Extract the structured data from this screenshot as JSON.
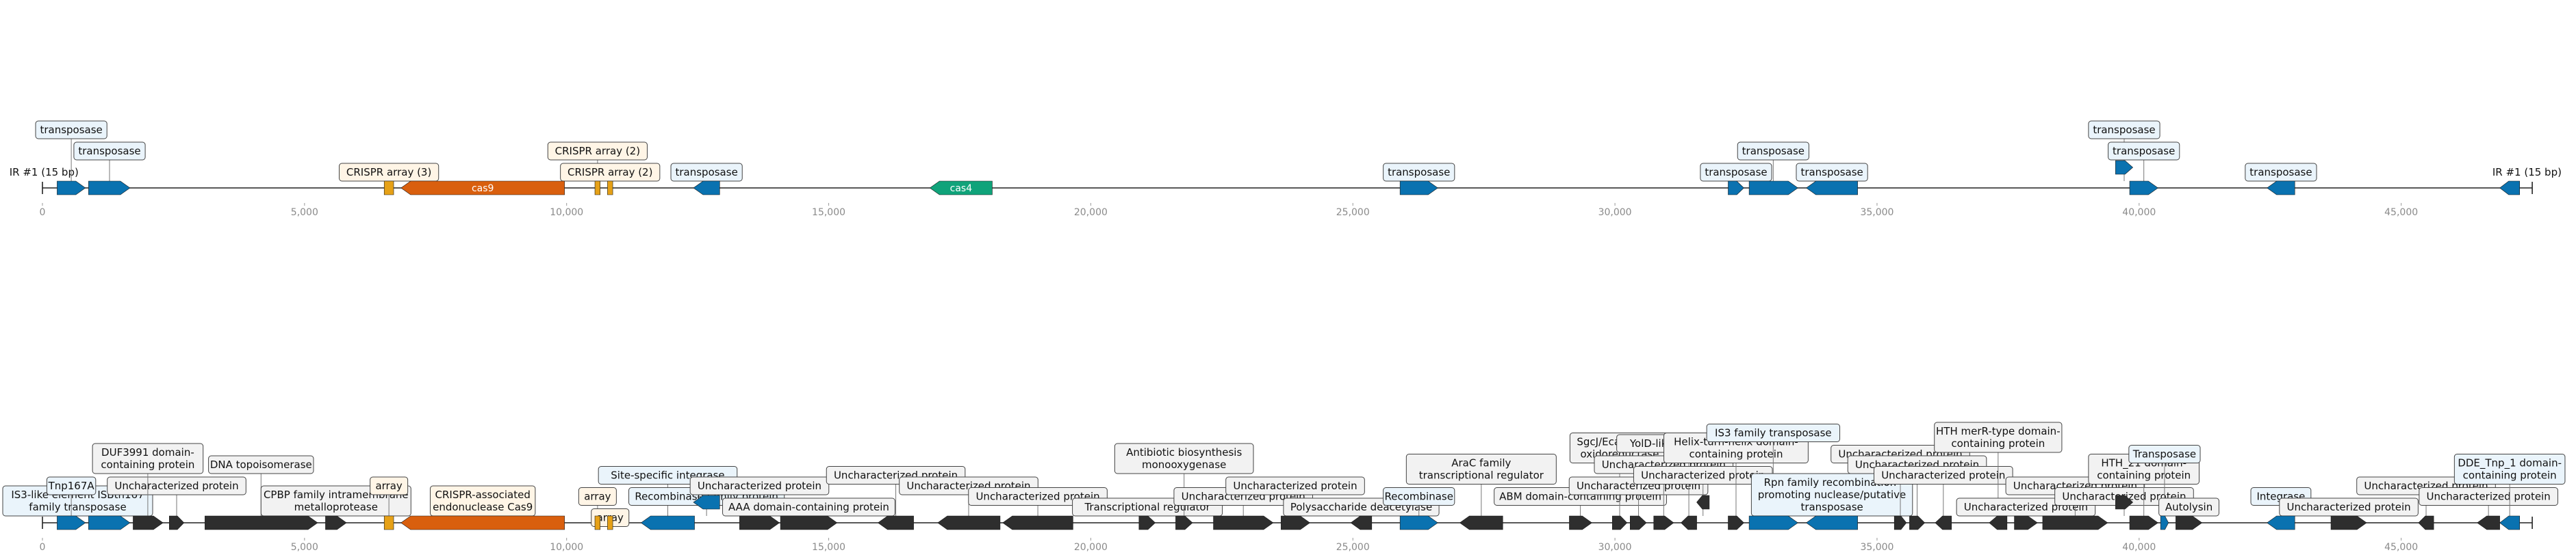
{
  "colors": {
    "transposase": "#0a72b0",
    "crispr_array": "#e6a117",
    "cas9": "#d95f0e",
    "cas4": "#10a37a",
    "other": "#2e2e2e",
    "blue_label_fill": "#eaf4fb",
    "orange_label_fill": "#fff5e6",
    "gray_label_fill": "#f2f2f2",
    "backbone": "#222222",
    "tick_text": "#8a8a8a"
  },
  "axis_ticks": [
    "0",
    "5,000",
    "10,000",
    "15,000",
    "20,000",
    "25,000",
    "30,000",
    "35,000",
    "40,000",
    "45,000"
  ],
  "axis_tick_values": [
    0,
    5000,
    10000,
    15000,
    20000,
    25000,
    30000,
    35000,
    40000,
    45000
  ],
  "track1": {
    "features": [
      {
        "start": 280,
        "end": 820,
        "strand": 1,
        "cat": "transposase"
      },
      {
        "start": 880,
        "end": 1670,
        "strand": 1,
        "cat": "transposase"
      },
      {
        "start": 6520,
        "end": 6700,
        "strand": 0,
        "cat": "crispr_array"
      },
      {
        "start": 6840,
        "end": 9960,
        "strand": -1,
        "cat": "cas9",
        "inner": "cas9"
      },
      {
        "start": 10540,
        "end": 10640,
        "strand": 0,
        "cat": "crispr_array"
      },
      {
        "start": 10780,
        "end": 10880,
        "strand": 0,
        "cat": "crispr_array"
      },
      {
        "start": 12420,
        "end": 12920,
        "strand": -1,
        "cat": "transposase"
      },
      {
        "start": 16930,
        "end": 18120,
        "strand": -1,
        "cat": "cas4",
        "inner": "cas4"
      },
      {
        "start": 25900,
        "end": 26620,
        "strand": 1,
        "cat": "transposase"
      },
      {
        "start": 32160,
        "end": 32460,
        "strand": 1,
        "cat": "transposase"
      },
      {
        "start": 32560,
        "end": 33490,
        "strand": 1,
        "cat": "transposase"
      },
      {
        "start": 33650,
        "end": 34630,
        "strand": -1,
        "cat": "transposase"
      },
      {
        "start": 39550,
        "end": 39880,
        "strand": 1,
        "cat": "transposase",
        "raised": true
      },
      {
        "start": 39820,
        "end": 40360,
        "strand": 1,
        "cat": "transposase"
      },
      {
        "start": 42440,
        "end": 42970,
        "strand": -1,
        "cat": "transposase"
      },
      {
        "start": 46880,
        "end": 47260,
        "strand": -1,
        "cat": "transposase"
      }
    ],
    "labels": [
      {
        "text": "IR #1 (15 bp)",
        "pos": 0,
        "level": 0,
        "style": "none"
      },
      {
        "text": "transposase",
        "pos": 550,
        "level": 2,
        "style": "blue"
      },
      {
        "text": "transposase",
        "pos": 1280,
        "level": 1,
        "style": "blue"
      },
      {
        "text": "CRISPR array (3)",
        "pos": 6610,
        "level": 0,
        "style": "orange"
      },
      {
        "text": "CRISPR array (2)",
        "pos": 10590,
        "level": 1,
        "style": "orange"
      },
      {
        "text": "CRISPR array (2)",
        "pos": 10830,
        "level": 0,
        "style": "orange"
      },
      {
        "text": "transposase",
        "pos": 12670,
        "level": 0,
        "style": "blue"
      },
      {
        "text": "transposase",
        "pos": 26260,
        "level": 0,
        "style": "blue"
      },
      {
        "text": "transposase",
        "pos": 32310,
        "level": 0,
        "style": "blue"
      },
      {
        "text": "transposase",
        "pos": 33020,
        "level": 1,
        "style": "blue"
      },
      {
        "text": "transposase",
        "pos": 34140,
        "level": 0,
        "style": "blue"
      },
      {
        "text": "transposase",
        "pos": 39715,
        "level": 2,
        "style": "blue"
      },
      {
        "text": "transposase",
        "pos": 40090,
        "level": 1,
        "style": "blue"
      },
      {
        "text": "transposase",
        "pos": 42705,
        "level": 0,
        "style": "blue"
      },
      {
        "text": "IR #1 (15 bp)",
        "pos": 47400,
        "level": 0,
        "style": "none"
      }
    ]
  },
  "track2": {
    "features": [
      {
        "start": 280,
        "end": 820,
        "strand": 1,
        "cat": "transposase"
      },
      {
        "start": 880,
        "end": 1670,
        "strand": 1,
        "cat": "transposase"
      },
      {
        "start": 1730,
        "end": 2300,
        "strand": 1,
        "cat": "other"
      },
      {
        "start": 2420,
        "end": 2700,
        "strand": 1,
        "cat": "other"
      },
      {
        "start": 3100,
        "end": 5250,
        "strand": 1,
        "cat": "other"
      },
      {
        "start": 5400,
        "end": 5800,
        "strand": 1,
        "cat": "other"
      },
      {
        "start": 6520,
        "end": 6700,
        "strand": 0,
        "cat": "crispr_array"
      },
      {
        "start": 6840,
        "end": 9960,
        "strand": -1,
        "cat": "cas9"
      },
      {
        "start": 10540,
        "end": 10640,
        "strand": 0,
        "cat": "crispr_array"
      },
      {
        "start": 10780,
        "end": 10880,
        "strand": 0,
        "cat": "crispr_array"
      },
      {
        "start": 11420,
        "end": 12440,
        "strand": -1,
        "cat": "transposase"
      },
      {
        "start": 12420,
        "end": 12920,
        "strand": -1,
        "cat": "transposase",
        "raised": true
      },
      {
        "start": 13300,
        "end": 14060,
        "strand": 1,
        "cat": "other"
      },
      {
        "start": 14080,
        "end": 15160,
        "strand": 1,
        "cat": "other"
      },
      {
        "start": 15940,
        "end": 16620,
        "strand": -1,
        "cat": "other"
      },
      {
        "start": 17080,
        "end": 18270,
        "strand": -1,
        "cat": "other"
      },
      {
        "start": 18320,
        "end": 19660,
        "strand": -1,
        "cat": "other"
      },
      {
        "start": 20920,
        "end": 21230,
        "strand": 1,
        "cat": "other"
      },
      {
        "start": 21620,
        "end": 21940,
        "strand": 1,
        "cat": "other"
      },
      {
        "start": 22340,
        "end": 23480,
        "strand": 1,
        "cat": "other"
      },
      {
        "start": 23630,
        "end": 24180,
        "strand": 1,
        "cat": "other"
      },
      {
        "start": 24960,
        "end": 25360,
        "strand": -1,
        "cat": "other"
      },
      {
        "start": 25900,
        "end": 26620,
        "strand": 1,
        "cat": "transposase"
      },
      {
        "start": 27040,
        "end": 27860,
        "strand": -1,
        "cat": "other"
      },
      {
        "start": 29130,
        "end": 29560,
        "strand": 1,
        "cat": "other"
      },
      {
        "start": 29950,
        "end": 30230,
        "strand": 1,
        "cat": "other"
      },
      {
        "start": 30290,
        "end": 30600,
        "strand": 1,
        "cat": "other"
      },
      {
        "start": 30740,
        "end": 31120,
        "strand": 1,
        "cat": "other"
      },
      {
        "start": 31260,
        "end": 31560,
        "strand": -1,
        "cat": "other"
      },
      {
        "start": 31560,
        "end": 31800,
        "strand": -1,
        "cat": "other",
        "raised": true
      },
      {
        "start": 32160,
        "end": 32460,
        "strand": 1,
        "cat": "other"
      },
      {
        "start": 32560,
        "end": 33490,
        "strand": 1,
        "cat": "transposase"
      },
      {
        "start": 33650,
        "end": 34630,
        "strand": -1,
        "cat": "transposase"
      },
      {
        "start": 35330,
        "end": 35560,
        "strand": 1,
        "cat": "other"
      },
      {
        "start": 35620,
        "end": 35910,
        "strand": 1,
        "cat": "other"
      },
      {
        "start": 36110,
        "end": 36420,
        "strand": -1,
        "cat": "other"
      },
      {
        "start": 37140,
        "end": 37480,
        "strand": -1,
        "cat": "other"
      },
      {
        "start": 37620,
        "end": 38060,
        "strand": 1,
        "cat": "other"
      },
      {
        "start": 38160,
        "end": 39400,
        "strand": 1,
        "cat": "other"
      },
      {
        "start": 39550,
        "end": 39880,
        "strand": 1,
        "cat": "other",
        "raised": true
      },
      {
        "start": 39820,
        "end": 40360,
        "strand": 1,
        "cat": "other"
      },
      {
        "start": 40410,
        "end": 40560,
        "strand": 1,
        "cat": "transposase"
      },
      {
        "start": 40700,
        "end": 41200,
        "strand": 1,
        "cat": "other"
      },
      {
        "start": 42440,
        "end": 42970,
        "strand": -1,
        "cat": "transposase"
      },
      {
        "start": 43660,
        "end": 44340,
        "strand": 1,
        "cat": "other"
      },
      {
        "start": 45330,
        "end": 45620,
        "strand": -1,
        "cat": "other"
      },
      {
        "start": 46450,
        "end": 46880,
        "strand": -1,
        "cat": "other"
      },
      {
        "start": 46880,
        "end": 47260,
        "strand": -1,
        "cat": "transposase"
      }
    ],
    "labels": [
      {
        "text": "IS3-like element ISBth167\nfamily transposase",
        "pos": 550,
        "level": 0,
        "style": "blue"
      },
      {
        "text": "Tnp167A",
        "pos": 550,
        "level": 1,
        "style": "blue"
      },
      {
        "text": "Uncharacterized protein",
        "pos": 2560,
        "level": 1,
        "style": "gray"
      },
      {
        "text": "DUF3991 domain-\ncontaining protein",
        "pos": 2010,
        "level": 2,
        "style": "gray"
      },
      {
        "text": "DNA topoisomerase",
        "pos": 4170,
        "level": 2,
        "style": "gray"
      },
      {
        "text": "CPBP family intramembrane\nmetalloprotease",
        "pos": 5600,
        "level": 0,
        "style": "gray"
      },
      {
        "text": "array",
        "pos": 6610,
        "level": 1,
        "style": "orange"
      },
      {
        "text": "CRISPR-associated\nendonuclease Cas9",
        "pos": 8400,
        "level": 0,
        "style": "orange"
      },
      {
        "text": "array",
        "pos": 10590,
        "level": 0.5,
        "style": "orange"
      },
      {
        "text": "array",
        "pos": 10830,
        "level": -0.5,
        "style": "orange"
      },
      {
        "text": "Site-specific integrase",
        "pos": 11930,
        "level": 1.5,
        "style": "blue"
      },
      {
        "text": "Recombinase family protein",
        "pos": 12670,
        "level": 0.5,
        "style": "blue"
      },
      {
        "text": "Uncharacterized protein",
        "pos": 13680,
        "level": 1,
        "style": "gray"
      },
      {
        "text": "AAA domain-containing protein",
        "pos": 14620,
        "level": 0,
        "style": "gray"
      },
      {
        "text": "Uncharacterized protein",
        "pos": 16280,
        "level": 1.5,
        "style": "gray"
      },
      {
        "text": "Uncharacterized protein",
        "pos": 17670,
        "level": 1,
        "style": "gray"
      },
      {
        "text": "Uncharacterized protein",
        "pos": 18990,
        "level": 0.5,
        "style": "gray"
      },
      {
        "text": "Transcriptional regulator",
        "pos": 21080,
        "level": 0,
        "style": "gray"
      },
      {
        "text": "Antibiotic biosynthesis\nmonooxygenase",
        "pos": 21780,
        "level": 2,
        "style": "gray"
      },
      {
        "text": "Uncharacterized protein",
        "pos": 22910,
        "level": 0.5,
        "style": "gray"
      },
      {
        "text": "Uncharacterized protein",
        "pos": 23900,
        "level": 1,
        "style": "gray"
      },
      {
        "text": "Polysaccharide deacetylase",
        "pos": 25160,
        "level": 0,
        "style": "gray"
      },
      {
        "text": "Recombinase",
        "pos": 26260,
        "level": 0.5,
        "style": "blue"
      },
      {
        "text": "AraC family\ntranscriptional regulator",
        "pos": 27450,
        "level": 1.5,
        "style": "gray"
      },
      {
        "text": "ABM domain-containing protein",
        "pos": 29340,
        "level": 0.5,
        "style": "gray"
      },
      {
        "text": "SgcJ/EcaC family\noxidoreductase",
        "pos": 30090,
        "level": 2.5,
        "style": "gray"
      },
      {
        "text": "Uncharacterized protein",
        "pos": 30450,
        "level": 1,
        "style": "gray"
      },
      {
        "text": "Uncharacterized protein",
        "pos": 30930,
        "level": 2,
        "style": "gray"
      },
      {
        "text": "YolD-like family protein",
        "pos": 31410,
        "level": 3,
        "style": "gray"
      },
      {
        "text": "Uncharacterized protein",
        "pos": 31680,
        "level": 1.5,
        "style": "gray"
      },
      {
        "text": "Helix-turn-helix domain-\ncontaining protein",
        "pos": 32310,
        "level": 2.5,
        "style": "gray"
      },
      {
        "text": "IS3 family transposase",
        "pos": 33020,
        "level": 3.5,
        "style": "blue"
      },
      {
        "text": "Rpn family recombination-\npromoting nuclease/putative\ntransposase",
        "pos": 34140,
        "level": 0,
        "style": "blue"
      },
      {
        "text": "Uncharacterized protein",
        "pos": 35445,
        "level": 2.5,
        "style": "gray"
      },
      {
        "text": "Uncharacterized protein",
        "pos": 35765,
        "level": 2,
        "style": "gray"
      },
      {
        "text": "Uncharacterized protein",
        "pos": 36265,
        "level": 1.5,
        "style": "gray"
      },
      {
        "text": "HTH merR-type domain-\ncontaining protein",
        "pos": 37310,
        "level": 3,
        "style": "gray"
      },
      {
        "text": "Uncharacterized protein",
        "pos": 37840,
        "level": 0,
        "style": "gray"
      },
      {
        "text": "Uncharacterized protein",
        "pos": 38780,
        "level": 1,
        "style": "gray"
      },
      {
        "text": "Uncharacterized protein",
        "pos": 39715,
        "level": 0.5,
        "style": "gray"
      },
      {
        "text": "HTH_21 domain-\ncontaining protein",
        "pos": 40090,
        "level": 1.5,
        "style": "gray"
      },
      {
        "text": "Transposase",
        "pos": 40485,
        "level": 2.5,
        "style": "blue"
      },
      {
        "text": "Autolysin",
        "pos": 40950,
        "level": 0,
        "style": "gray"
      },
      {
        "text": "Integrase",
        "pos": 42705,
        "level": 0.5,
        "style": "blue"
      },
      {
        "text": "Uncharacterized protein",
        "pos": 44000,
        "level": 0,
        "style": "gray"
      },
      {
        "text": "Uncharacterized protein",
        "pos": 45475,
        "level": 1,
        "style": "gray"
      },
      {
        "text": "Uncharacterized protein",
        "pos": 46665,
        "level": 0.5,
        "style": "gray"
      },
      {
        "text": "DDE_Tnp_1 domain-\ncontaining protein",
        "pos": 47070,
        "level": 1.5,
        "style": "blue"
      }
    ]
  }
}
